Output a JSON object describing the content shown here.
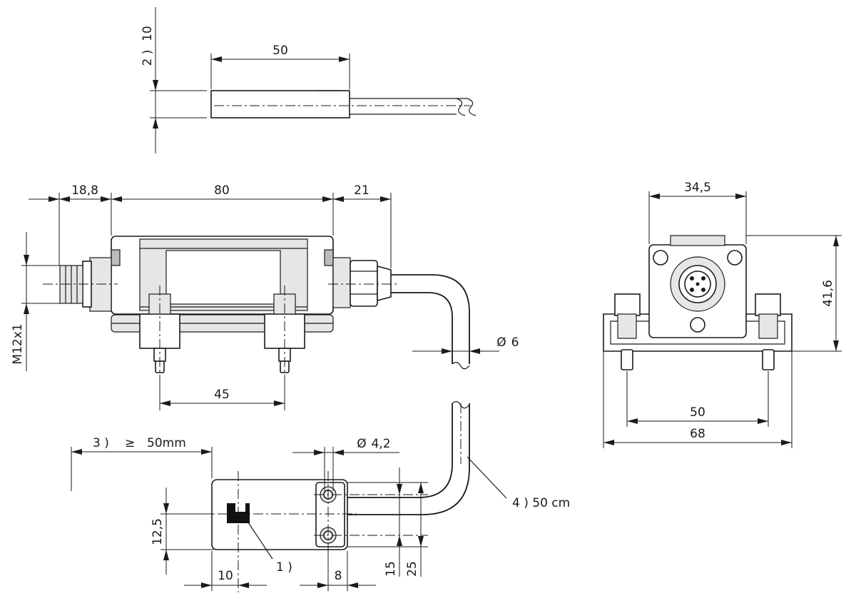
{
  "labels": {
    "top_height": "10",
    "note2": "2 )",
    "top_length": "50",
    "left_ext": "18,8",
    "body_length": "80",
    "right_ext": "21",
    "thread": "M12x1",
    "cable_dia": "6",
    "mount_spacing": "45",
    "width_top": "34,5",
    "height_right": "41,6",
    "width_inner": "50",
    "width_outer": "68",
    "note3": "3 )",
    "ge_symbol": "≥",
    "min_distance": "50mm",
    "hole_dia": "4,2",
    "note4": "4 ) 50 cm",
    "plan_height": "12,5",
    "note1": "1 )",
    "plan_offset": "10",
    "clamp_width": "8",
    "hole_pitch": "15",
    "clamp_height": "25",
    "dia_symbol": "Ø"
  }
}
